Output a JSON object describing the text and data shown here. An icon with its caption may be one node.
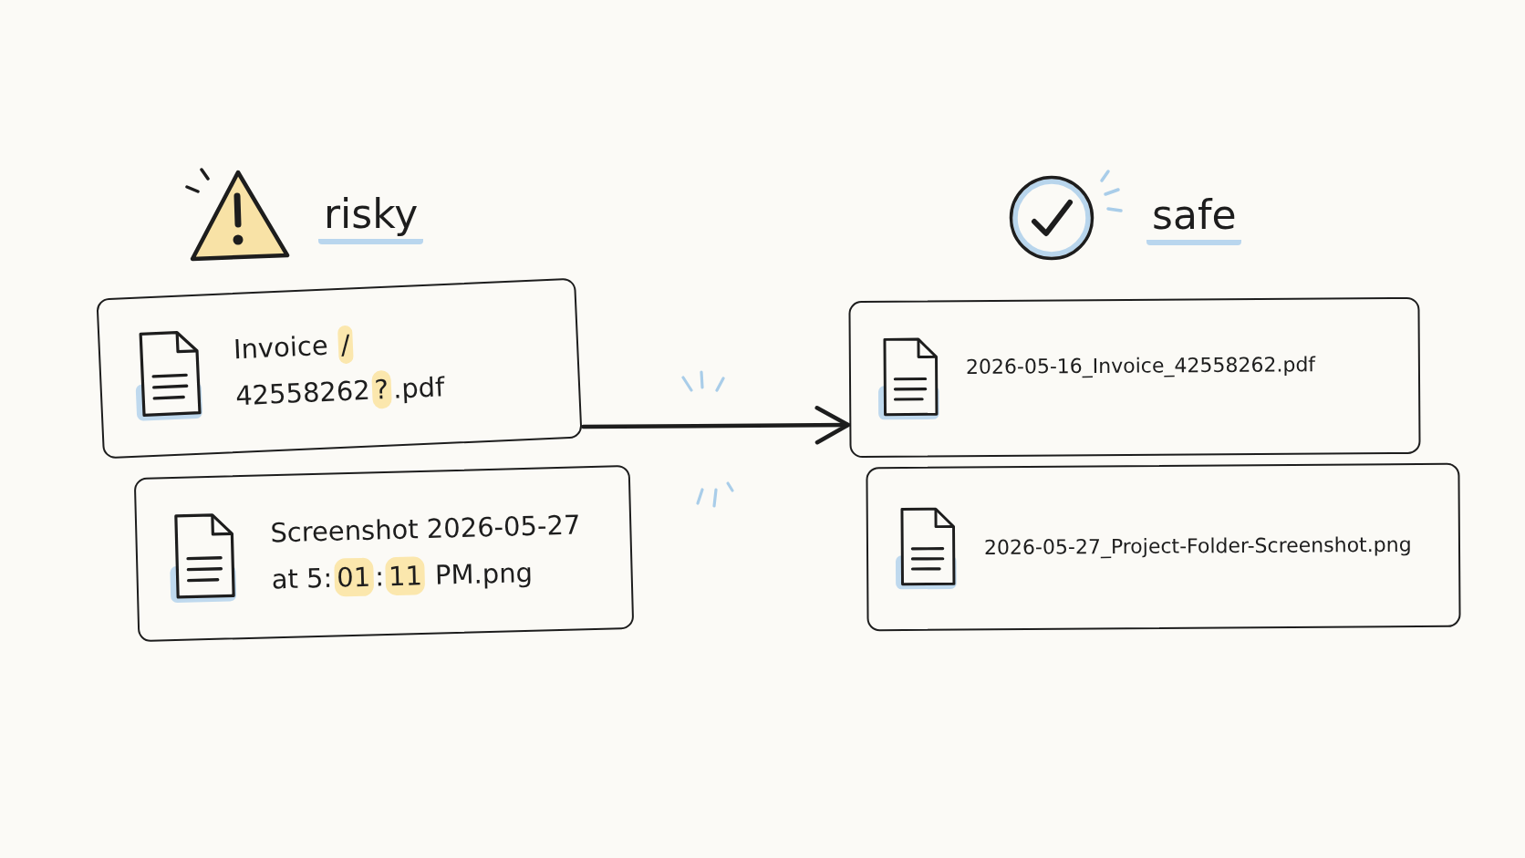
{
  "diagram": {
    "nodes": [
      {
        "text": [
          "Invoice / 42558262?.pdf"
        ]
      },
      {
        "text": [
          "Screenshot 2026-05-27 at 5:01:11 PM.png"
        ]
      },
      {
        "text": [
          "2026-05-16_Invoice_42558262.pdf"
        ]
      },
      {
        "text": [
          "2026-05-27_Project-Folder-Screenshot.png"
        ]
      }
    ],
    "edges": [
      {
        "from": 0,
        "to": 2,
        "arrow": "to"
      }
    ],
    "labels": [
      "risky",
      "safe"
    ]
  }
}
